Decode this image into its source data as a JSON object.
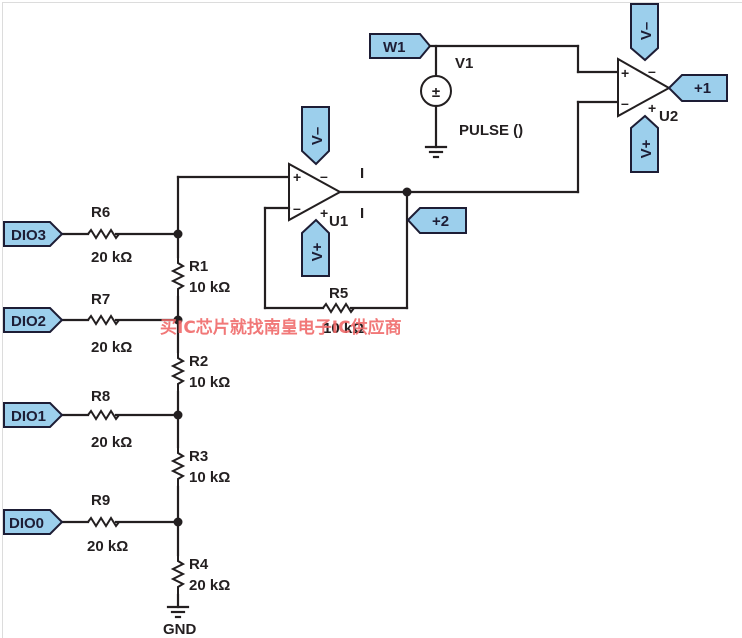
{
  "diagram": {
    "type": "circuit-schematic",
    "colors": {
      "wire": "#231f20",
      "port_fill": "#9ccfec",
      "port_stroke": "#1d1d35",
      "watermark": "#f06a6a"
    },
    "ports": {
      "dio3": "DIO3",
      "dio2": "DIO2",
      "dio1": "DIO1",
      "dio0": "DIO0",
      "w1": "W1",
      "plus1": "+1",
      "plus2": "+2",
      "u1_vminus": "V–",
      "u1_vplus": "V+",
      "u2_vminus": "V–",
      "u2_vplus": "V+"
    },
    "resistors": {
      "r6": {
        "name": "R6",
        "value": "20 kΩ"
      },
      "r7": {
        "name": "R7",
        "value": "20 kΩ"
      },
      "r8": {
        "name": "R8",
        "value": "20 kΩ"
      },
      "r9": {
        "name": "R9",
        "value": "20 kΩ"
      },
      "r1": {
        "name": "R1",
        "value": "10 kΩ"
      },
      "r2": {
        "name": "R2",
        "value": "10 kΩ"
      },
      "r3": {
        "name": "R3",
        "value": "10 kΩ"
      },
      "r4": {
        "name": "R4",
        "value": "20 kΩ"
      },
      "r5": {
        "name": "R5",
        "value": "10 kΩ"
      }
    },
    "source": {
      "name": "V1",
      "value": "PULSE ()",
      "symbol": "±"
    },
    "opamps": {
      "u1": {
        "name": "U1",
        "in_plus": "+",
        "in_minus": "–",
        "sup_minus": "–",
        "sup_plus": "+"
      },
      "u2": {
        "name": "U2",
        "in_plus": "+",
        "in_minus": "–",
        "sup_minus": "–",
        "sup_plus": "+"
      }
    },
    "markers": {
      "i_top": "I",
      "i_bottom": "I"
    },
    "ground": {
      "label": "GND"
    },
    "watermark": "买IC芯片就找南皇电子IC供应商"
  }
}
